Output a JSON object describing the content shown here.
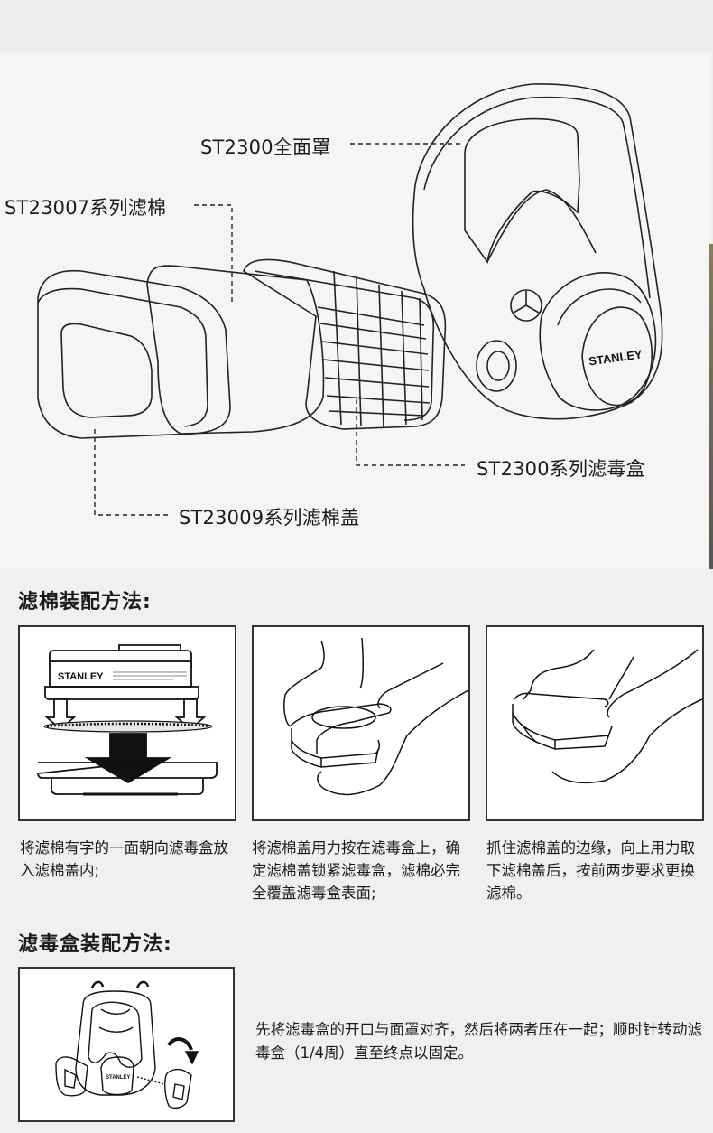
{
  "hero": {
    "callouts": {
      "mask": "ST2300全面罩",
      "filter_cotton": "ST23007系列滤棉",
      "cartridge": "ST2300系列滤毒盒",
      "cotton_cover": "ST23009系列滤棉盖"
    },
    "brand": "STANLEY"
  },
  "cotton_section": {
    "title": "滤棉装配方法:",
    "steps": [
      {
        "image": "filter-cotton-into-cover",
        "brand": "STANLEY",
        "text": "将滤棉有字的一面朝向滤毒盒放入滤棉盖内;"
      },
      {
        "image": "press-cover-onto-cartridge",
        "text": "将滤棉盖用力按在滤毒盒上，确定滤棉盖锁紧滤毒盒，滤棉必完全覆盖滤毒盒表面;"
      },
      {
        "image": "remove-cover-from-cartridge",
        "text": "抓住滤棉盖的边缘，向上用力取下滤棉盖后，按前两步要求更换滤棉。"
      }
    ]
  },
  "cartridge_section": {
    "title": "滤毒盒装配方法:",
    "image": "attach-cartridge-to-mask",
    "brand": "STANLEY",
    "text": "先将滤毒盒的开口与面罩对齐，然后将两者压在一起；顺时针转动滤毒盒（1/4周）直至终点以固定。"
  },
  "colors": {
    "page_bg": "#f0efef",
    "hero_bg": "#f5f5f5",
    "line": "#222222"
  }
}
